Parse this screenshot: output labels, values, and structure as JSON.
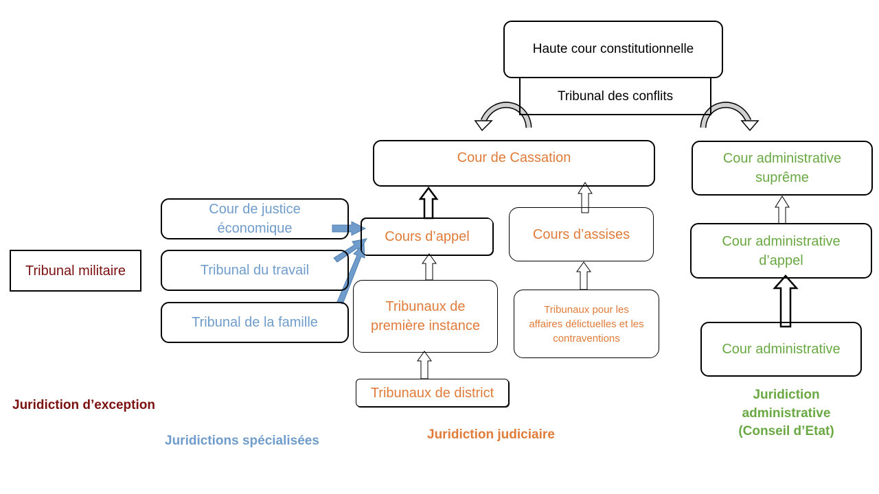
{
  "top": {
    "haute_cour": "Haute cour constitutionnelle",
    "tribunal_conflits": "Tribunal des conflits"
  },
  "judiciaire": {
    "cassation": "Cour de Cassation",
    "appel": "Cours d’appel",
    "assises": "Cours d’assises",
    "premiere_instance": "Tribunaux de première instance",
    "delits": "Tribunaux pour les affaires délictuelles et les contraventions",
    "district": "Tribunaux de district",
    "label": "Juridiction judiciaire",
    "color": "#e07b39"
  },
  "specialisees": {
    "justice_economique": "Cour de justice économique",
    "travail": "Tribunal du travail",
    "famille": "Tribunal de la famille",
    "label": "Juridictions spécialisées",
    "color": "#6f9ccb"
  },
  "exception": {
    "militaire": "Tribunal militaire",
    "label": "Juridiction d’exception",
    "color": "#7a1010"
  },
  "administrative": {
    "supreme": "Cour administrative suprême",
    "appel": "Cour administrative d’appel",
    "base": "Cour administrative",
    "label": "Juridiction administrative (Conseil d’Etat)",
    "color": "#6aa843"
  }
}
